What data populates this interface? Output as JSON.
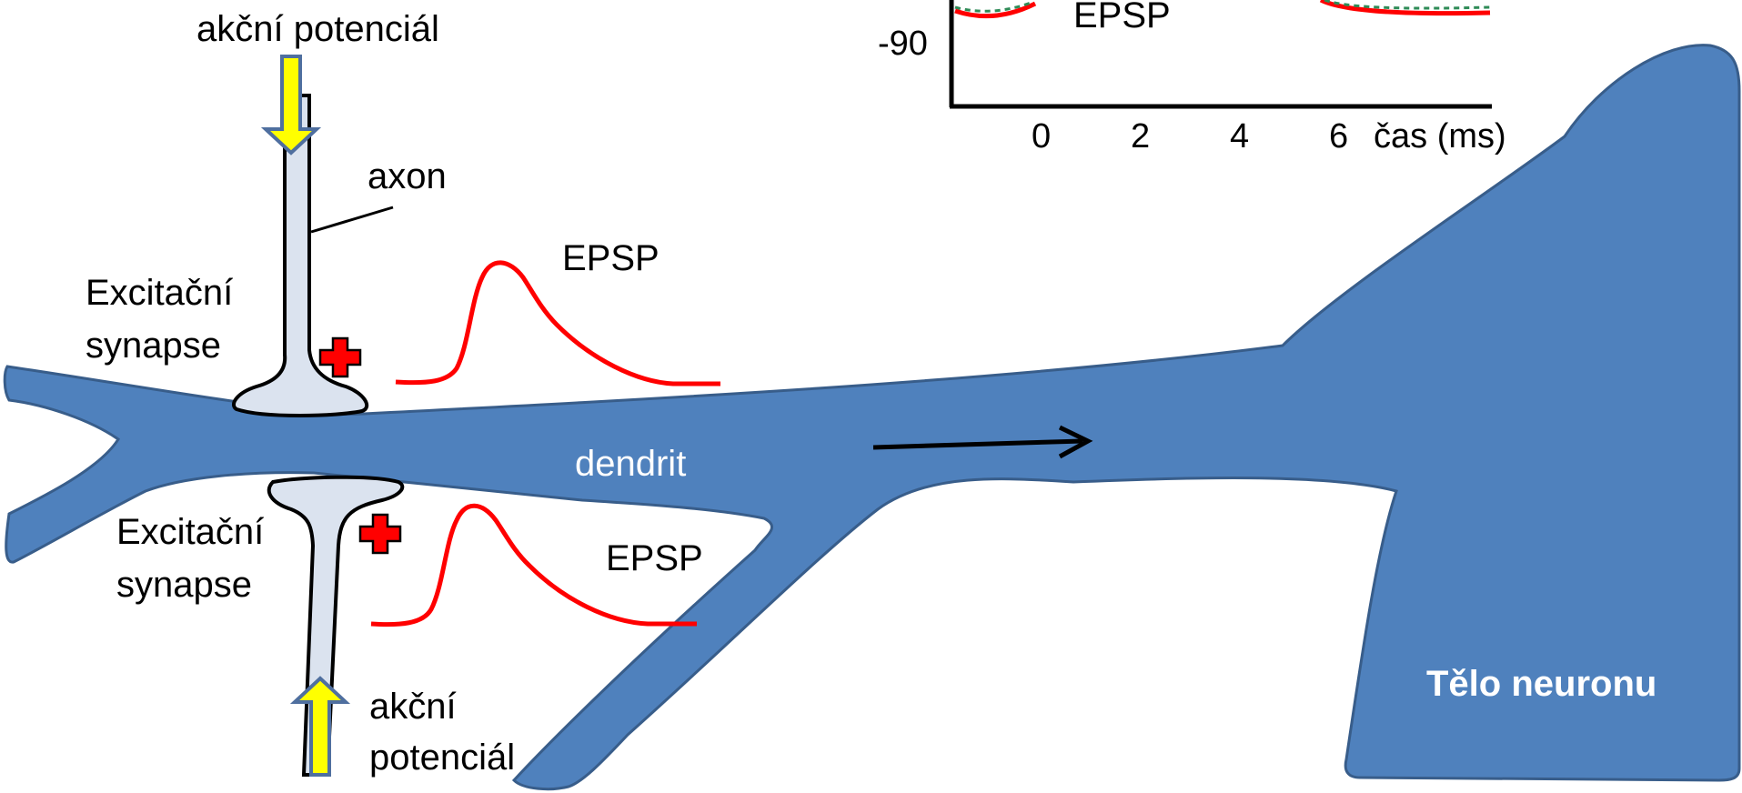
{
  "labels": {
    "action_potential_top": "akční potenciál",
    "axon": "axon",
    "synapse_top_line1": "Excitační",
    "synapse_top_line2": "synapse",
    "epsp_top": "EPSP",
    "dendrite": "dendrit",
    "synapse_bottom_line1": "Excitační",
    "synapse_bottom_line2": "synapse",
    "epsp_bottom": "EPSP",
    "action_potential_bottom_line1": "akční",
    "action_potential_bottom_line2": "potenciál",
    "neuron_body": "Tělo neuronu"
  },
  "inset_chart": {
    "y_tick": "-90",
    "x_ticks": [
      "0",
      "2",
      "4",
      "6"
    ],
    "x_axis_label": "čas (ms)",
    "curve_label": "EPSP"
  },
  "colors": {
    "neuron_fill": "#4f81bd",
    "neuron_stroke": "#385d8a",
    "terminal_fill": "#dbe3ef",
    "epsp_curve": "#ff0000",
    "arrow_fill": "#ffff00",
    "arrow_stroke": "#4f6f9f",
    "plus_fill": "#ff0000"
  },
  "icons": {
    "plus_top": "plus-icon",
    "plus_bottom": "plus-icon",
    "arrow_top": "arrow-down-icon",
    "arrow_bottom": "arrow-up-icon",
    "flow_arrow": "arrow-right-icon"
  }
}
